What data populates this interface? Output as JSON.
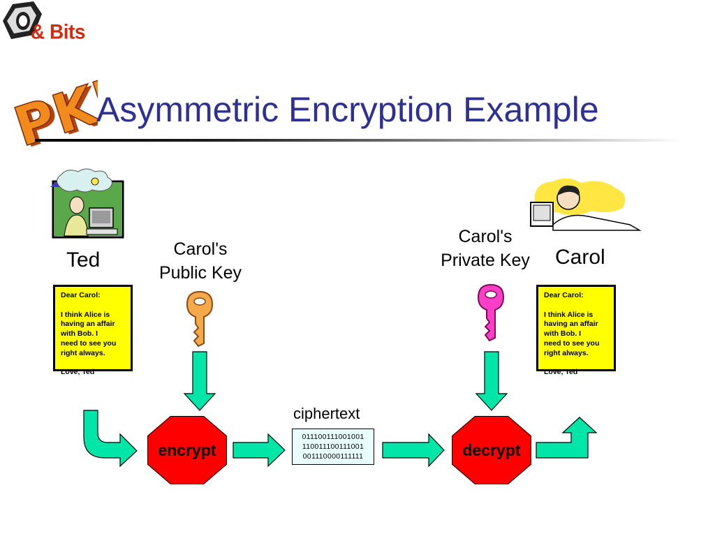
{
  "logo": {
    "bits_text": "& Bits",
    "pki_text": "PKI"
  },
  "title": "Asymmetric Encryption Example",
  "sender": {
    "name": "Ted",
    "message_lines": [
      "Dear Carol:",
      "",
      "I think Alice is",
      "having an affair",
      "with Bob.  I",
      "need to see you",
      "right always.",
      "",
      "Love, Ted"
    ]
  },
  "recipient": {
    "name": "Carol",
    "message_lines": [
      "Dear Carol:",
      "",
      "I think Alice is",
      "having an affair",
      "with Bob.  I",
      "need to see you",
      "right always.",
      "",
      "Love, Ted"
    ]
  },
  "public_key": {
    "line1": "Carol's",
    "line2": "Public Key",
    "color": "#f5a94a"
  },
  "private_key": {
    "line1": "Carol's",
    "line2": "Private Key",
    "color": "#ff3ec8"
  },
  "encrypt_label": "encrypt",
  "decrypt_label": "decrypt",
  "ciphertext": {
    "label": "ciphertext",
    "lines": [
      "011100111001001",
      "110011100111001",
      "001110000111111"
    ]
  },
  "colors": {
    "title": "#2e3192",
    "arrow_fill": "#00e6a8",
    "stop_sign": "#ff0000",
    "note": "#ffff00",
    "logo_red": "#d42a10",
    "logo_orange": "#f28a1e"
  }
}
